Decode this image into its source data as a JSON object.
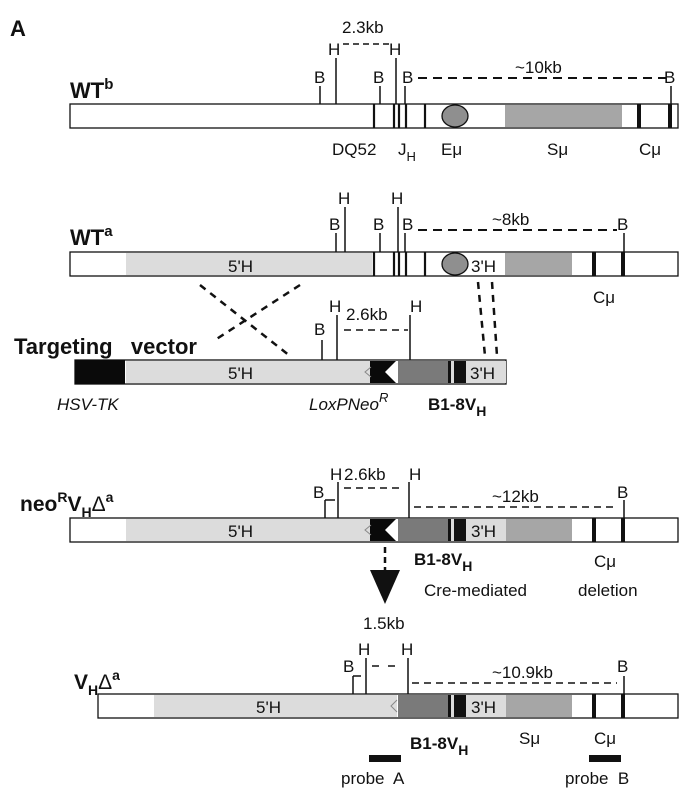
{
  "figure": {
    "panel_label": "A",
    "rows": {
      "wtb": {
        "name": "WT",
        "name_sup": "b",
        "hindiii_span": "2.3kb",
        "bamhi_span": "~10kb",
        "site_B": "B",
        "site_H": "H",
        "segments": {
          "dq52": "DQ52",
          "jh": "J",
          "jh_sub": "H",
          "emu": "Eμ",
          "smu": "Sμ",
          "cmu": "Cμ"
        }
      },
      "wta": {
        "name": "WT",
        "name_sup": "a",
        "bamhi_span": "~8kb",
        "site_B": "B",
        "site_H": "H",
        "arm5": "5'H",
        "arm3": "3'H",
        "cmu": "Cμ"
      },
      "vector": {
        "name": "Targeting   vector",
        "span": "2.6kb",
        "site_B": "B",
        "site_H": "H",
        "arm5": "5'H",
        "arm3": "3'H",
        "hsvtk": "HSV-TK",
        "loxneo": "LoxPNeo",
        "loxneo_sup": "R",
        "b18": "B1-8V",
        "b18_sub": "H"
      },
      "neor": {
        "name_a": "neo",
        "name_sup_r": "R",
        "name_b": "V",
        "name_sub_h": "H",
        "name_delta": "Δ",
        "name_sup_a": "a",
        "hindiii_span": "2.6kb",
        "bamhi_span": "~12kb",
        "site_B": "B",
        "site_H": "H",
        "arm5": "5'H",
        "arm3": "3'H",
        "b18": "B1-8V",
        "b18_sub": "H",
        "cmu": "Cμ",
        "cre_a": "Cre-mediated",
        "cre_b": "deletion"
      },
      "vhdelta": {
        "name_a": "V",
        "name_sub_h": "H",
        "name_delta": "Δ",
        "name_sup_a": "a",
        "hindiii_span": "1.5kb",
        "bamhi_span": "~10.9kb",
        "site_B": "B",
        "site_H": "H",
        "arm5": "5'H",
        "arm3": "3'H",
        "b18": "B1-8V",
        "b18_sub": "H",
        "smu": "Sμ",
        "cmu": "Cμ",
        "probe_a": "probe  A",
        "probe_b": "probe  B"
      }
    }
  },
  "colors": {
    "ink": "#111111",
    "arm": "#dcdcdc",
    "switch": "#a6a6a6",
    "b18": "#7a7a7a",
    "emu": "#8f8f8f",
    "neo": "#0a0a0a"
  }
}
